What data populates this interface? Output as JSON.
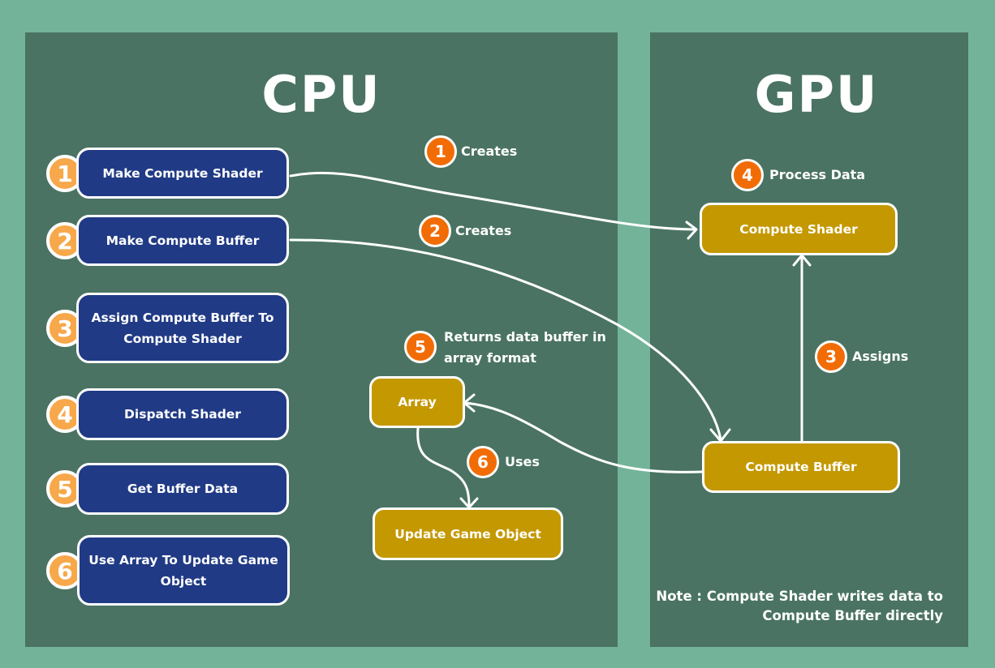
{
  "colors": {
    "background": "#73b39a",
    "panel": "#4a7363",
    "cpu_step_fill": "#203a85",
    "step_number_fill": "#f7a84a",
    "node_fill": "#c49800",
    "badge_fill": "#f26c05",
    "line": "#ffffff"
  },
  "cpu": {
    "title": "CPU",
    "steps": [
      {
        "number": "1",
        "label": "Make Compute Shader"
      },
      {
        "number": "2",
        "label": "Make Compute Buffer"
      },
      {
        "number": "3",
        "label": "Assign Compute Buffer To Compute Shader"
      },
      {
        "number": "4",
        "label": "Dispatch Shader"
      },
      {
        "number": "5",
        "label": "Get Buffer Data"
      },
      {
        "number": "6",
        "label": "Use Array To Update Game Object"
      }
    ]
  },
  "gpu": {
    "title": "GPU",
    "note": "Note : Compute Shader writes data to Compute Buffer directly"
  },
  "nodes": {
    "compute_shader": "Compute Shader",
    "compute_buffer": "Compute Buffer",
    "array": "Array",
    "update_game_object": "Update Game Object"
  },
  "edges": [
    {
      "number": "1",
      "label": "Creates",
      "from": "Make Compute Shader",
      "to": "Compute Shader"
    },
    {
      "number": "2",
      "label": "Creates",
      "from": "Make Compute Buffer",
      "to": "Compute Buffer"
    },
    {
      "number": "3",
      "label": "Assigns",
      "from": "Compute Buffer",
      "to": "Compute Shader"
    },
    {
      "number": "4",
      "label": "Process Data",
      "from": null,
      "to": "Compute Shader"
    },
    {
      "number": "5",
      "label": "Returns data buffer in array format",
      "from": "Compute Buffer",
      "to": "Array"
    },
    {
      "number": "6",
      "label": "Uses",
      "from": "Array",
      "to": "Update Game Object"
    }
  ]
}
